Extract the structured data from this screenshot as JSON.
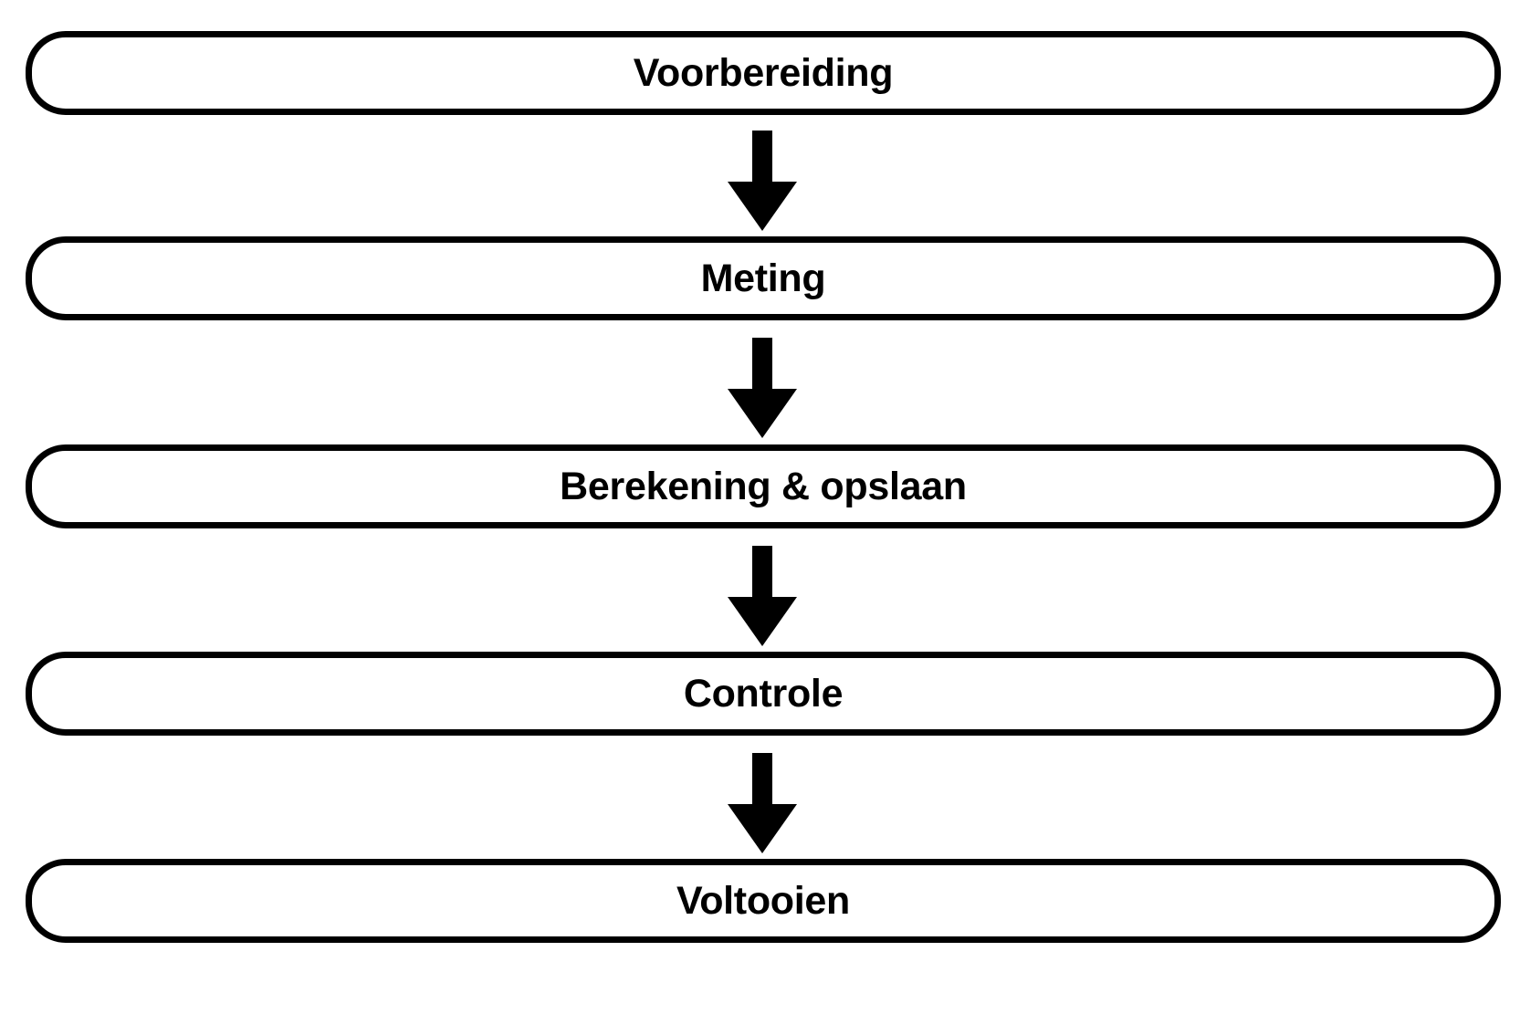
{
  "diagram": {
    "type": "flowchart",
    "orientation": "vertical",
    "title": "",
    "background_color": "#ffffff",
    "stroke_color": "#000000",
    "text_color": "#000000",
    "node_shape": "rounded-rectangle",
    "nodes": [
      {
        "id": "step-1",
        "label": "Voorbereiding"
      },
      {
        "id": "step-2",
        "label": "Meting"
      },
      {
        "id": "step-3",
        "label": "Berekening & opslaan"
      },
      {
        "id": "step-4",
        "label": "Controle"
      },
      {
        "id": "step-5",
        "label": "Voltooien"
      }
    ],
    "connectors": [
      {
        "id": "arrow-1",
        "from": "step-1",
        "to": "step-2",
        "icon": "arrow-down-icon"
      },
      {
        "id": "arrow-2",
        "from": "step-2",
        "to": "step-3",
        "icon": "arrow-down-icon"
      },
      {
        "id": "arrow-3",
        "from": "step-3",
        "to": "step-4",
        "icon": "arrow-down-icon"
      },
      {
        "id": "arrow-4",
        "from": "step-4",
        "to": "step-5",
        "icon": "arrow-down-icon"
      }
    ]
  }
}
